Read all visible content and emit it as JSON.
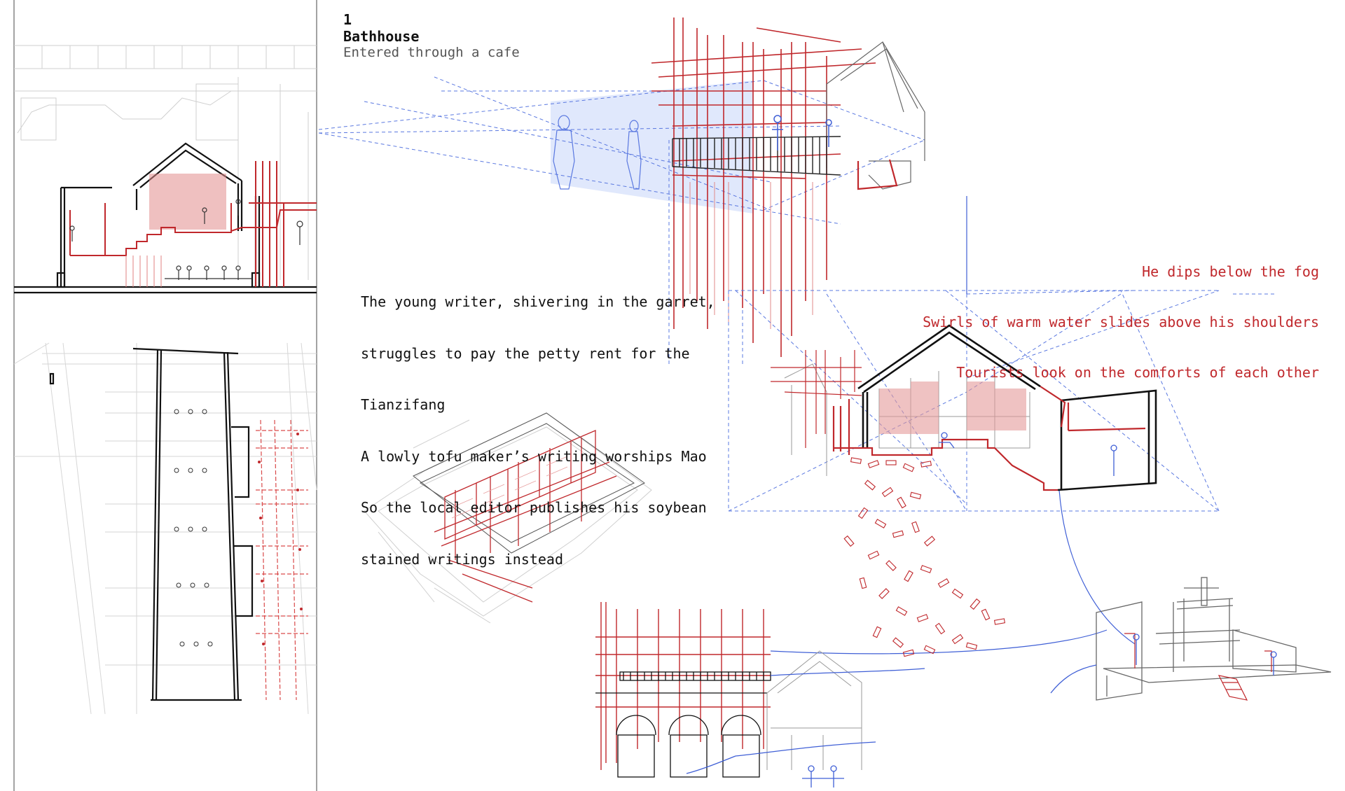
{
  "header": {
    "number": "1",
    "title": "Bathhouse",
    "subtitle": "Entered through a cafe"
  },
  "narrative_black": {
    "lines": [
      "The young writer, shivering in the garret,",
      "struggles to pay the petty rent for the",
      "Tianzifang",
      "A lowly tofu maker’s writing worships Mao",
      "So the local editor publishes his soybean",
      "stained writings instead"
    ]
  },
  "narrative_red": {
    "lines": [
      "He dips below the fog",
      "Swirls of warm water slides above his shoulders",
      "Tourists look on the comforts of each other"
    ]
  },
  "colors": {
    "ink": "#111111",
    "red": "#c0282c",
    "blue": "#3f5fd6",
    "grey": "#9a9a9a",
    "blue_fill": "#dbe4fb"
  }
}
